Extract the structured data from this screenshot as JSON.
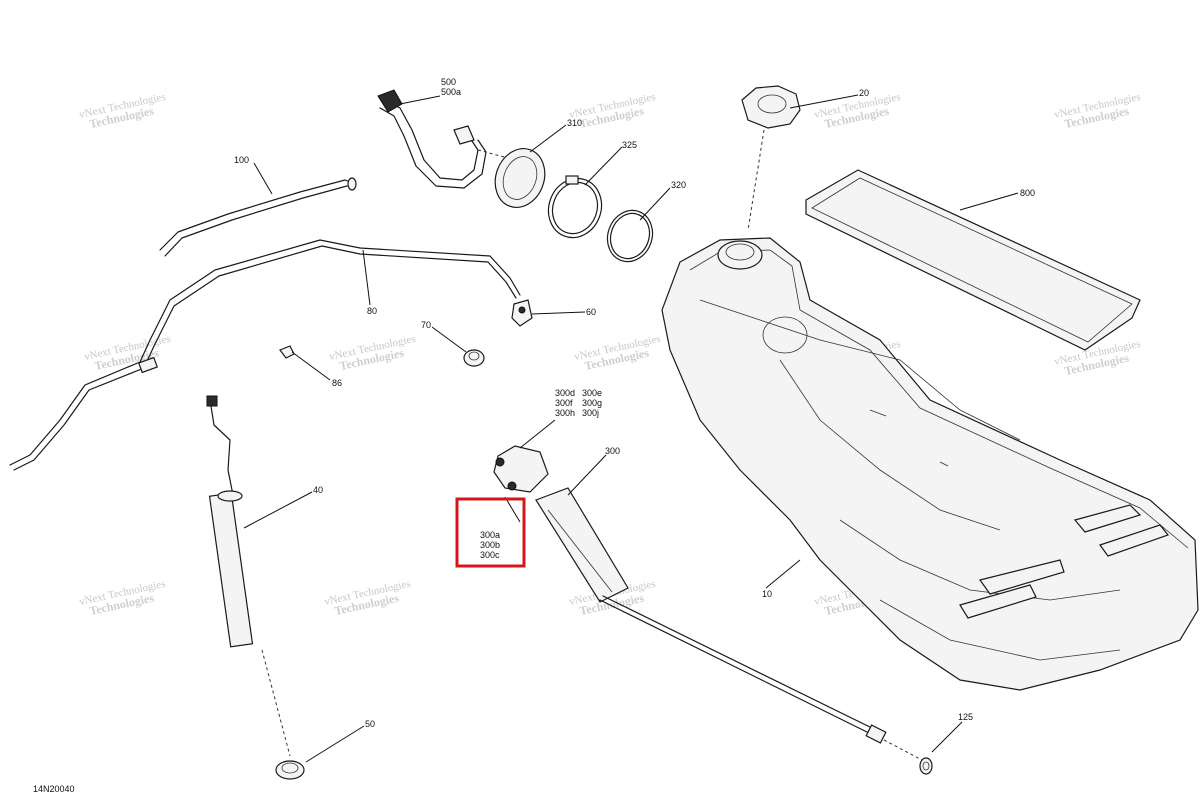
{
  "document_id": "14N20040",
  "watermark": {
    "line1": "vNext Technologies",
    "line2": "Technologies"
  },
  "callouts": {
    "c500": "500",
    "c500a": "500a",
    "c20": "20",
    "c310": "310",
    "c325": "325",
    "c320": "320",
    "c100": "100",
    "c800": "800",
    "c80": "80",
    "c60": "60",
    "c70": "70",
    "c86": "86",
    "c300d": "300d",
    "c300e": "300e",
    "c300f": "300f",
    "c300g": "300g",
    "c300h": "300h",
    "c300j": "300j",
    "c300": "300",
    "c40": "40",
    "c300a": "300a",
    "c300b": "300b",
    "c300c": "300c",
    "c10": "10",
    "c50": "50",
    "c125": "125"
  },
  "highlight": {
    "color": "#d8141b",
    "target": "300a / 300b / 300c"
  }
}
